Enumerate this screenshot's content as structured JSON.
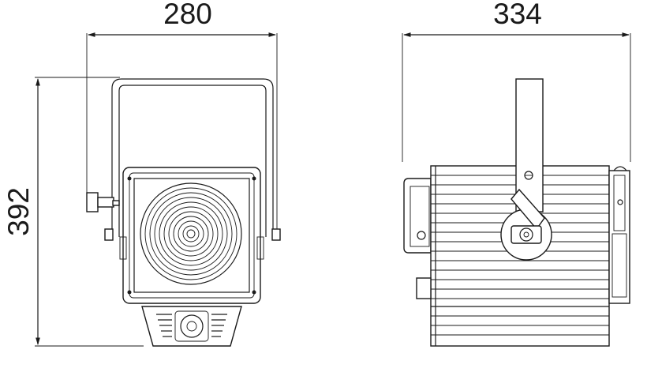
{
  "dimensions": {
    "front_width": "280",
    "side_width": "334",
    "height": "392"
  }
}
